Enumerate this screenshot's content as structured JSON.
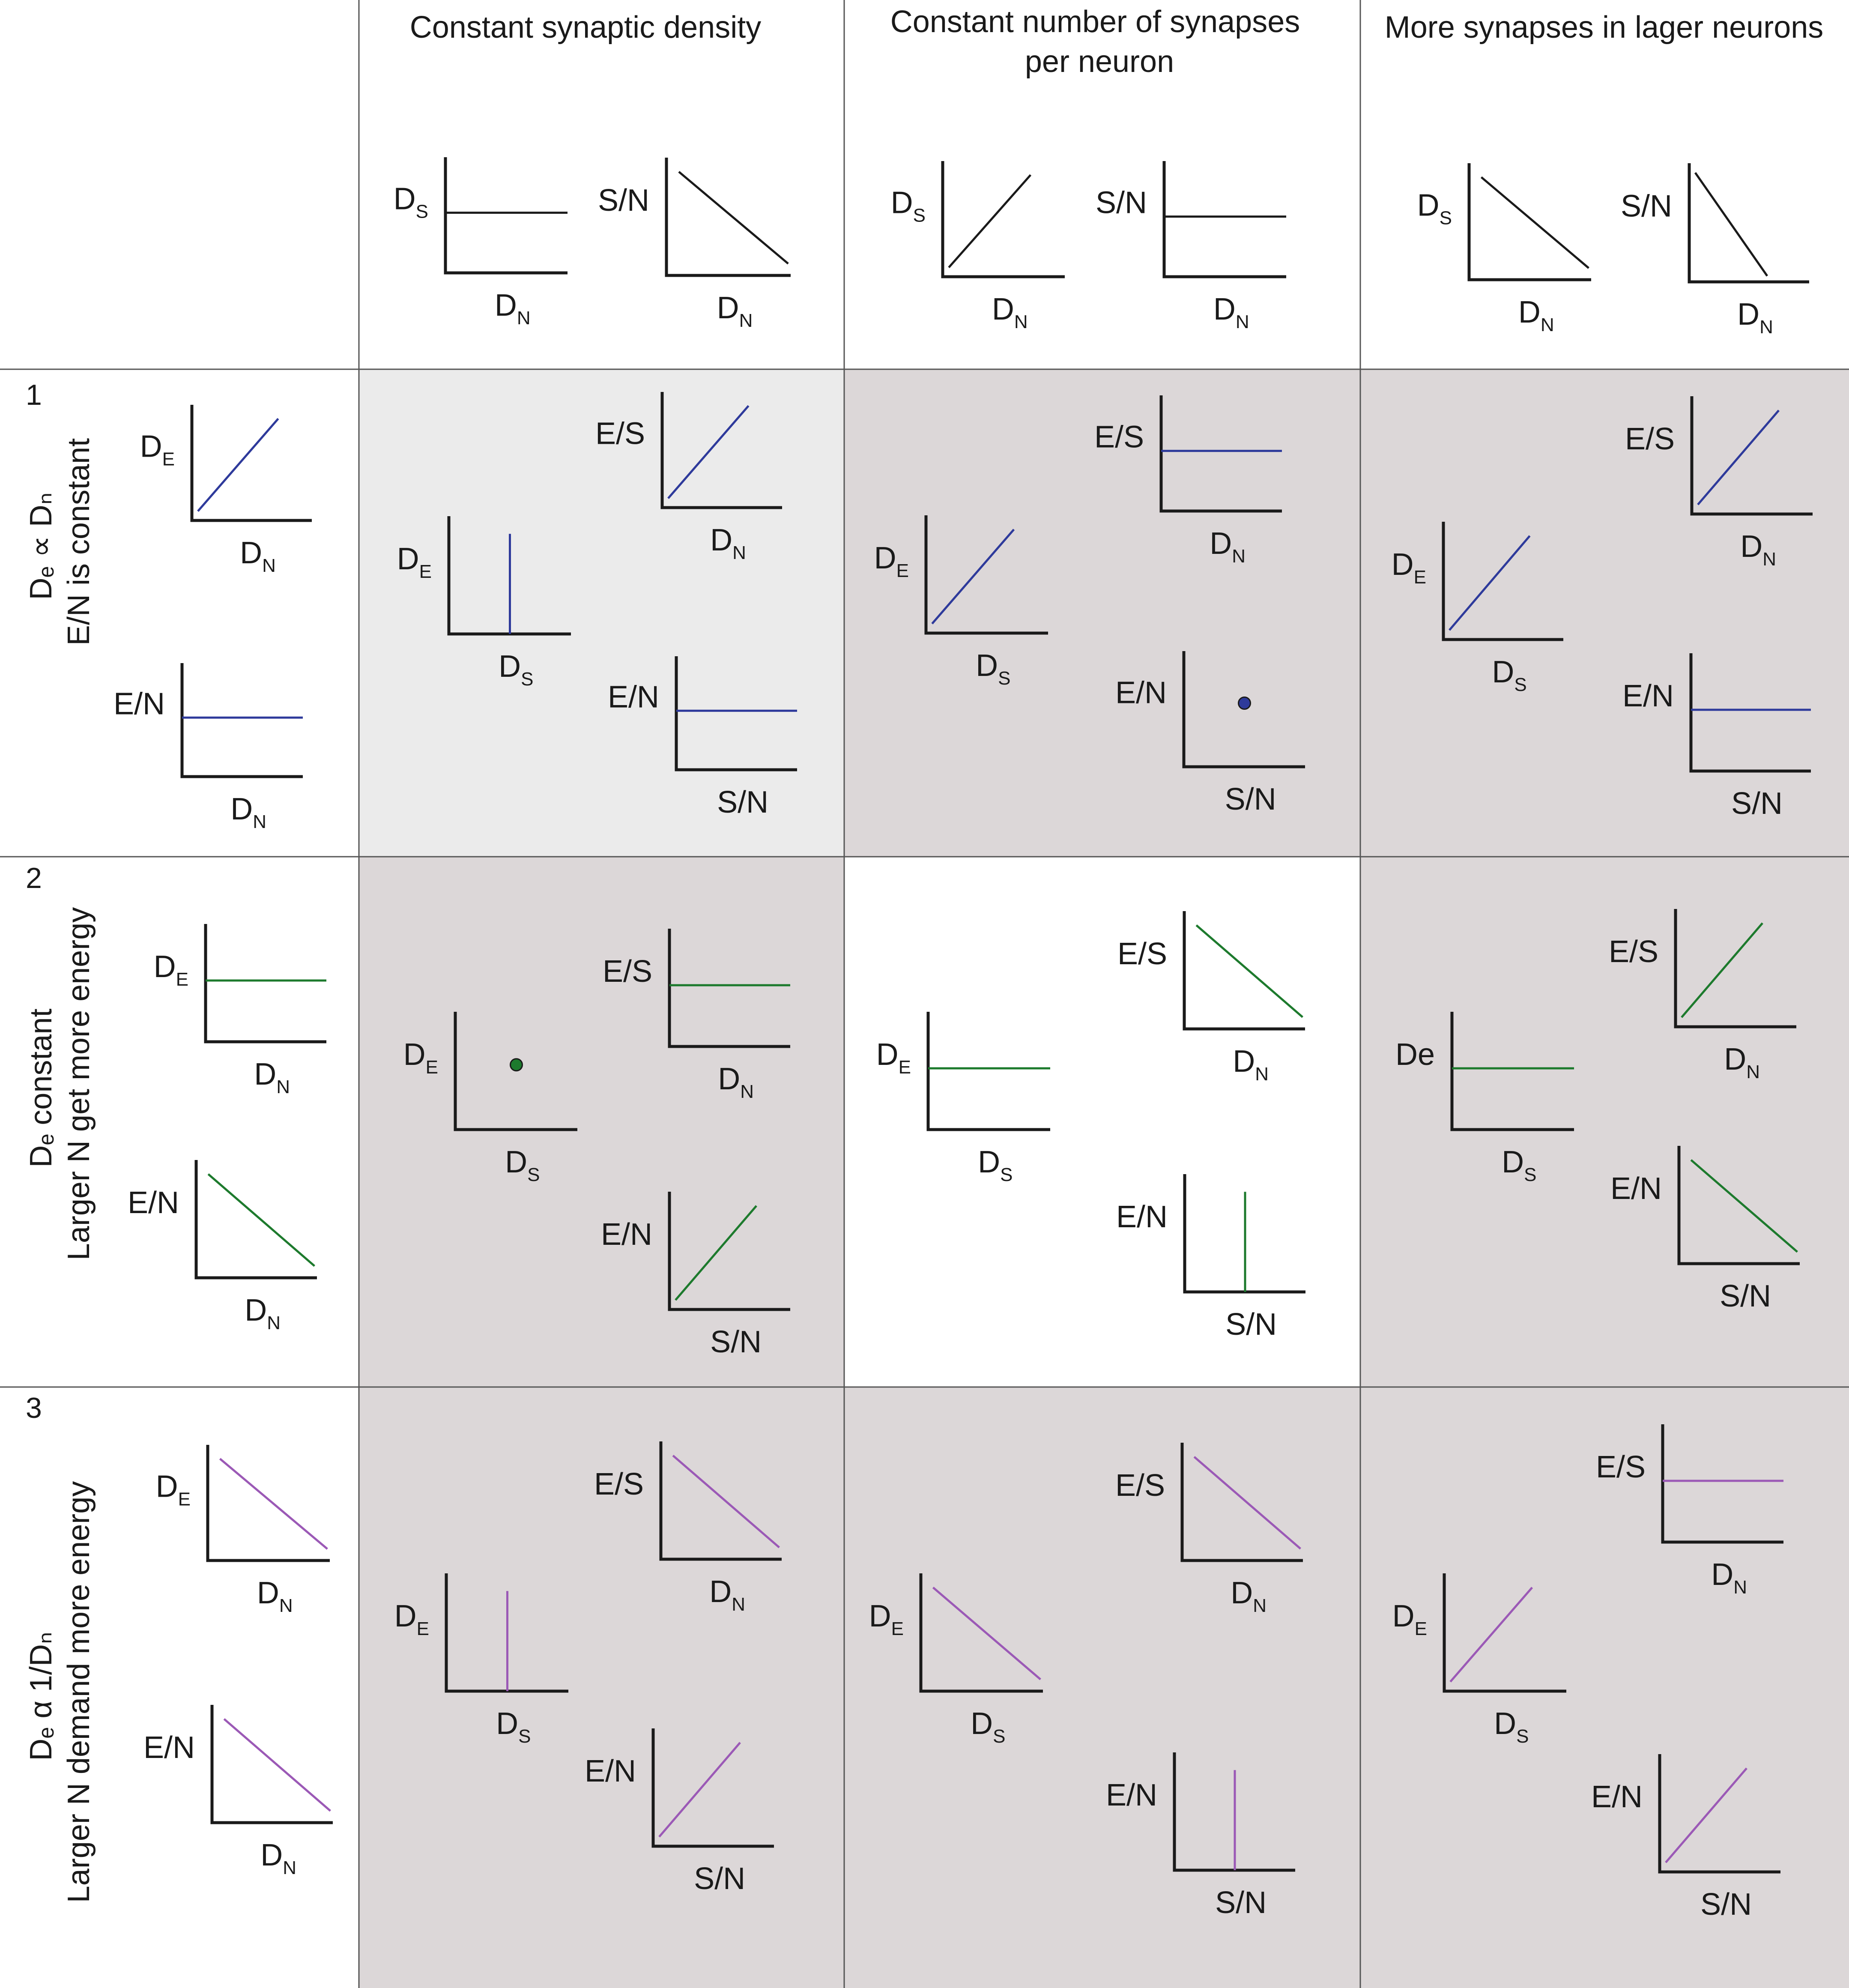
{
  "colors": {
    "axis": "#1a1a1a",
    "grid": "#555555",
    "cell_light": "#ebebeb",
    "cell_dark": "#dcd7d8",
    "cell_white": "#ffffff",
    "row1": "#2e3a9b",
    "row2": "#1d7a2d",
    "row3": "#9b59b6"
  },
  "columns": [
    {
      "title_lines": [
        "Constant synaptic density"
      ]
    },
    {
      "title_lines": [
        "Constant number of synapses",
        "per neuron"
      ]
    },
    {
      "title_lines": [
        "More synapses in lager neurons"
      ]
    }
  ],
  "rows": [
    {
      "number": "1",
      "label_lines": [
        "Dₑ ∝ Dₙ",
        "E/N is constant"
      ]
    },
    {
      "number": "2",
      "label_lines": [
        "Dₑ constant",
        "Larger N get more energy"
      ]
    },
    {
      "number": "3",
      "label_lines": [
        "Dₑ α 1/Dₙ",
        "Larger N demand more energy"
      ]
    }
  ],
  "shapes": {
    "flat": "horizontal line",
    "rising": "increasing line",
    "falling": "decreasing line",
    "steep_falling": "steeply decreasing line",
    "vertical": "vertical line",
    "dot": "single point"
  },
  "graphs": [
    {
      "ylabel": "D",
      "ysub": "S",
      "xlabel": "D",
      "xsub": "N",
      "shape": "flat",
      "color": "axis"
    },
    {
      "ylabel": "S/N",
      "xlabel": "D",
      "xsub": "N",
      "shape": "falling",
      "color": "axis"
    },
    {
      "ylabel": "D",
      "ysub": "S",
      "xlabel": "D",
      "xsub": "N",
      "shape": "rising",
      "color": "axis"
    },
    {
      "ylabel": "S/N",
      "xlabel": "D",
      "xsub": "N",
      "shape": "flat",
      "color": "axis"
    },
    {
      "ylabel": "D",
      "ysub": "S",
      "xlabel": "D",
      "xsub": "N",
      "shape": "falling",
      "color": "axis"
    },
    {
      "ylabel": "S/N",
      "xlabel": "D",
      "xsub": "N",
      "shape": "steep_falling",
      "color": "axis"
    },
    {
      "ylabel": "D",
      "ysub": "E",
      "xlabel": "D",
      "xsub": "N",
      "shape": "rising",
      "color": "row1"
    },
    {
      "ylabel": "E/N",
      "xlabel": "D",
      "xsub": "N",
      "shape": "flat",
      "color": "row1"
    },
    {
      "ylabel": "E/S",
      "xlabel": "D",
      "xsub": "N",
      "shape": "rising",
      "color": "row1"
    },
    {
      "ylabel": "D",
      "ysub": "E",
      "xlabel": "D",
      "xsub": "S",
      "shape": "vertical",
      "color": "row1"
    },
    {
      "ylabel": "E/N",
      "xlabel": "S/N",
      "shape": "flat",
      "color": "row1"
    },
    {
      "ylabel": "E/S",
      "xlabel": "D",
      "xsub": "N",
      "shape": "flat",
      "color": "row1"
    },
    {
      "ylabel": "D",
      "ysub": "E",
      "xlabel": "D",
      "xsub": "S",
      "shape": "rising",
      "color": "row1"
    },
    {
      "ylabel": "E/N",
      "xlabel": "S/N",
      "shape": "dot",
      "color": "row1"
    },
    {
      "ylabel": "E/S",
      "xlabel": "D",
      "xsub": "N",
      "shape": "rising",
      "color": "row1"
    },
    {
      "ylabel": "D",
      "ysub": "E",
      "xlabel": "D",
      "xsub": "S",
      "shape": "rising",
      "color": "row1"
    },
    {
      "ylabel": "E/N",
      "xlabel": "S/N",
      "shape": "flat",
      "color": "row1"
    },
    {
      "ylabel": "D",
      "ysub": "E",
      "xlabel": "D",
      "xsub": "N",
      "shape": "flat",
      "color": "row2"
    },
    {
      "ylabel": "E/N",
      "xlabel": "D",
      "xsub": "N",
      "shape": "falling",
      "color": "row2"
    },
    {
      "ylabel": "E/S",
      "xlabel": "D",
      "xsub": "N",
      "shape": "flat",
      "color": "row2"
    },
    {
      "ylabel": "D",
      "ysub": "E",
      "xlabel": "D",
      "xsub": "S",
      "shape": "dot",
      "color": "row2"
    },
    {
      "ylabel": "E/N",
      "xlabel": "S/N",
      "shape": "rising",
      "color": "row2"
    },
    {
      "ylabel": "E/S",
      "xlabel": "D",
      "xsub": "N",
      "shape": "falling",
      "color": "row2"
    },
    {
      "ylabel": "D",
      "ysub": "E",
      "xlabel": "D",
      "xsub": "S",
      "shape": "flat",
      "color": "row2"
    },
    {
      "ylabel": "E/N",
      "xlabel": "S/N",
      "shape": "vertical",
      "color": "row2"
    },
    {
      "ylabel": "E/S",
      "xlabel": "D",
      "xsub": "N",
      "shape": "rising",
      "color": "row2"
    },
    {
      "ylabel": "De",
      "xlabel": "D",
      "xsub": "S",
      "shape": "flat",
      "color": "row2"
    },
    {
      "ylabel": "E/N",
      "xlabel": "S/N",
      "shape": "falling",
      "color": "row2"
    },
    {
      "ylabel": "D",
      "ysub": "E",
      "xlabel": "D",
      "xsub": "N",
      "shape": "falling",
      "color": "row3"
    },
    {
      "ylabel": "E/N",
      "xlabel": "D",
      "xsub": "N",
      "shape": "falling",
      "color": "row3"
    },
    {
      "ylabel": "E/S",
      "xlabel": "D",
      "xsub": "N",
      "shape": "falling",
      "color": "row3"
    },
    {
      "ylabel": "D",
      "ysub": "E",
      "xlabel": "D",
      "xsub": "S",
      "shape": "vertical",
      "color": "row3"
    },
    {
      "ylabel": "E/N",
      "xlabel": "S/N",
      "shape": "rising",
      "color": "row3"
    },
    {
      "ylabel": "E/S",
      "xlabel": "D",
      "xsub": "N",
      "shape": "falling",
      "color": "row3"
    },
    {
      "ylabel": "D",
      "ysub": "E",
      "xlabel": "D",
      "xsub": "S",
      "shape": "falling",
      "color": "row3"
    },
    {
      "ylabel": "E/N",
      "xlabel": "S/N",
      "shape": "vertical",
      "color": "row3"
    },
    {
      "ylabel": "E/S",
      "xlabel": "D",
      "xsub": "N",
      "shape": "flat",
      "color": "row3"
    },
    {
      "ylabel": "D",
      "ysub": "E",
      "xlabel": "D",
      "xsub": "S",
      "shape": "rising",
      "color": "row3"
    },
    {
      "ylabel": "E/N",
      "xlabel": "S/N",
      "shape": "rising",
      "color": "row3"
    }
  ]
}
